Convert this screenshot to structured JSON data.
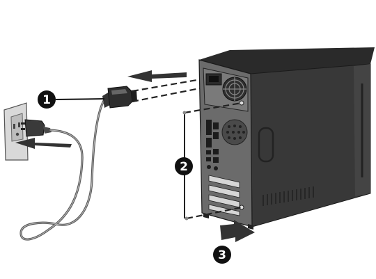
{
  "callouts": [
    {
      "label": "1"
    },
    {
      "label": "2"
    },
    {
      "label": "3"
    }
  ],
  "colors": {
    "callout_fill": "#111111",
    "callout_text": "#ffffff",
    "tower_side": "#333333",
    "tower_back": "#6b6b6b",
    "outlet": "#d9d9d9",
    "arrow": "#333333",
    "cord": "#555555"
  },
  "icons": [
    "power-outlet-icon",
    "power-cord-icon",
    "computer-tower-icon",
    "arrow-icon",
    "screw-icon"
  ]
}
